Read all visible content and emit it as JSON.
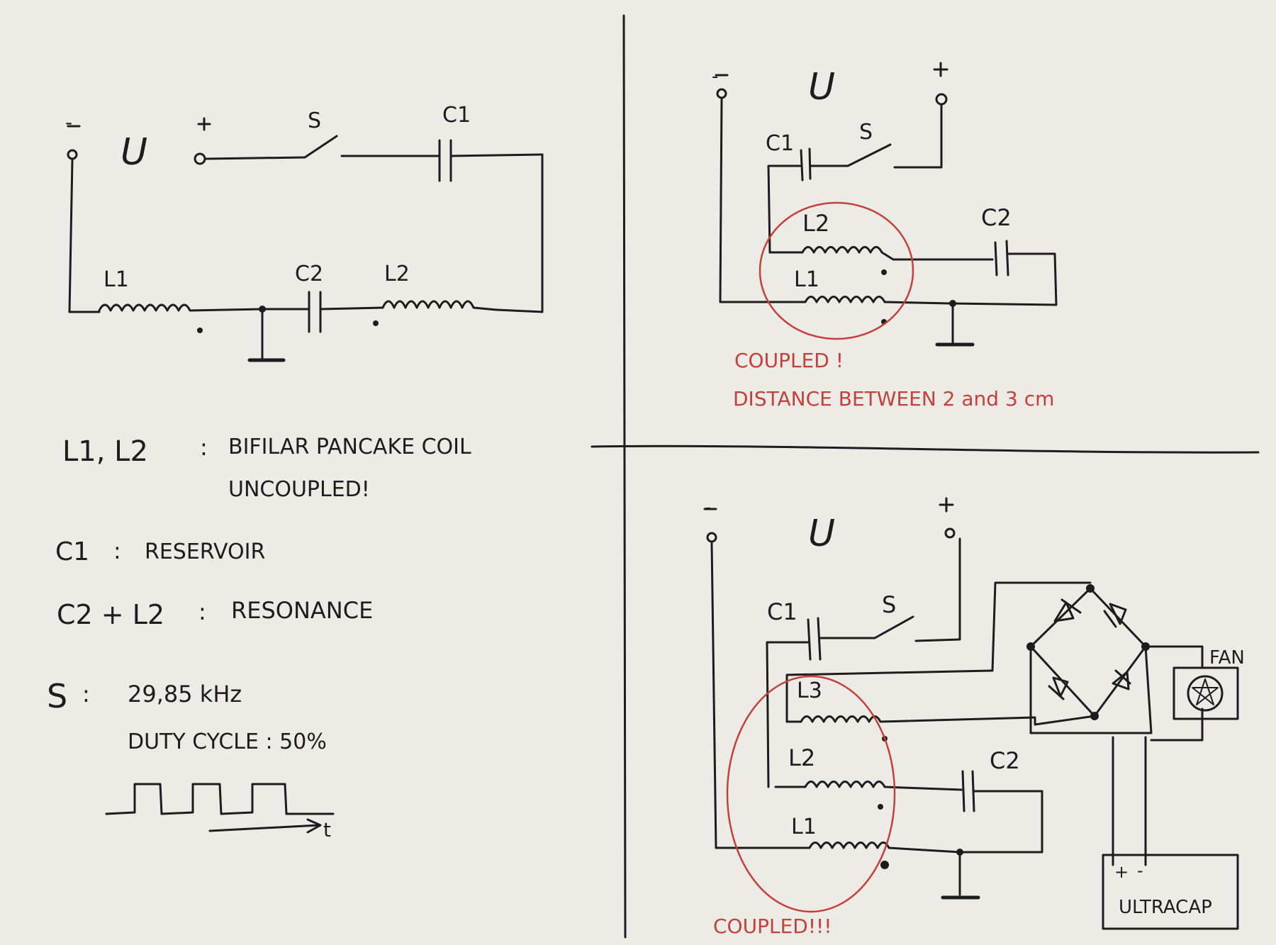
{
  "left": {
    "neg": "-",
    "pos": "+",
    "u": "U",
    "s": "S",
    "c1": "C1",
    "l1": "L1",
    "c2": "C2",
    "l2": "L2",
    "notes": [
      {
        "key": "L1, L2",
        "sep": ":",
        "text": "BIFILAR PANCAKE COIL"
      },
      {
        "key": "",
        "sep": "",
        "text": "UNCOUPLED!"
      },
      {
        "key": "C1",
        "sep": ":",
        "text": "RESERVOIR"
      },
      {
        "key": "C2 + L2",
        "sep": ":",
        "text": "RESONANCE"
      },
      {
        "key": "S",
        "sep": ":",
        "text": "29,85 kHz"
      },
      {
        "key": "",
        "sep": "",
        "text": "DUTY CYCLE : 50%"
      }
    ],
    "t_label": "t"
  },
  "top_right": {
    "neg": "-",
    "pos": "+",
    "u": "U",
    "c1": "C1",
    "s": "S",
    "l2": "L2",
    "c2": "C2",
    "l1": "L1",
    "coupled": "COUPLED !",
    "distance": "DISTANCE BETWEEN 2 and 3 cm"
  },
  "bottom_right": {
    "neg": "-",
    "pos": "+",
    "u": "U",
    "c1": "C1",
    "s": "S",
    "l3": "L3",
    "l2": "L2",
    "c2": "C2",
    "l1": "L1",
    "fan": "FAN",
    "ultracap": "ULTRACAP",
    "uc_plus": "+",
    "uc_minus": "-",
    "coupled": "COUPLED!!!"
  },
  "colors": {
    "ink": "#1d1d1d",
    "red_ink": "#c5403a",
    "paper": "#ecebe6"
  }
}
